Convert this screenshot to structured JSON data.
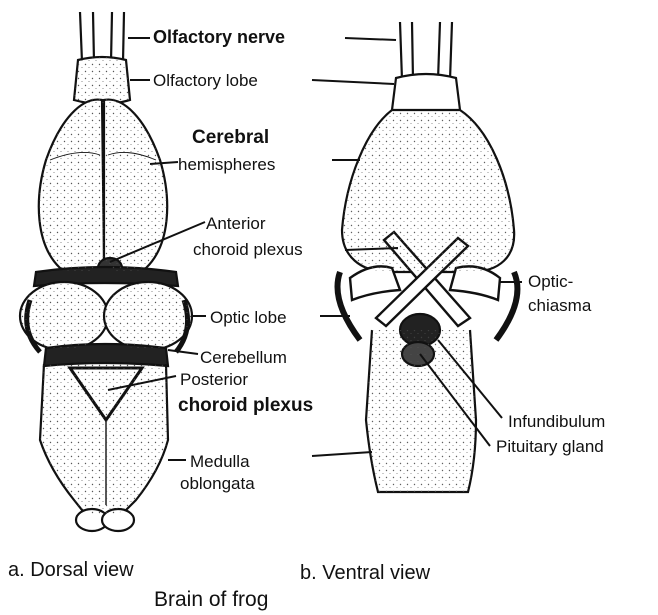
{
  "figure": {
    "caption_title": "Brain of frog",
    "views": {
      "dorsal": "a. Dorsal view",
      "ventral": "b. Ventral view"
    },
    "labels": {
      "olfactory_nerve": "Olfactory nerve",
      "olfactory_lobe": "Olfactory lobe",
      "cerebral": "Cerebral",
      "hemispheres": "hemispheres",
      "anterior": "Anterior",
      "choroid_plexus_anterior": "choroid plexus",
      "optic_lobe": "Optic lobe",
      "cerebellum": "Cerebellum",
      "posterior": "Posterior",
      "choroid_plexus_posterior": "choroid plexus",
      "medulla": "Medulla",
      "oblongata": "oblongata",
      "optic_chiasma_line1": "Optic-",
      "optic_chiasma_line2": "chiasma",
      "infundibulum": "Infundibulum",
      "pituitary_gland": "Pituitary gland"
    }
  }
}
